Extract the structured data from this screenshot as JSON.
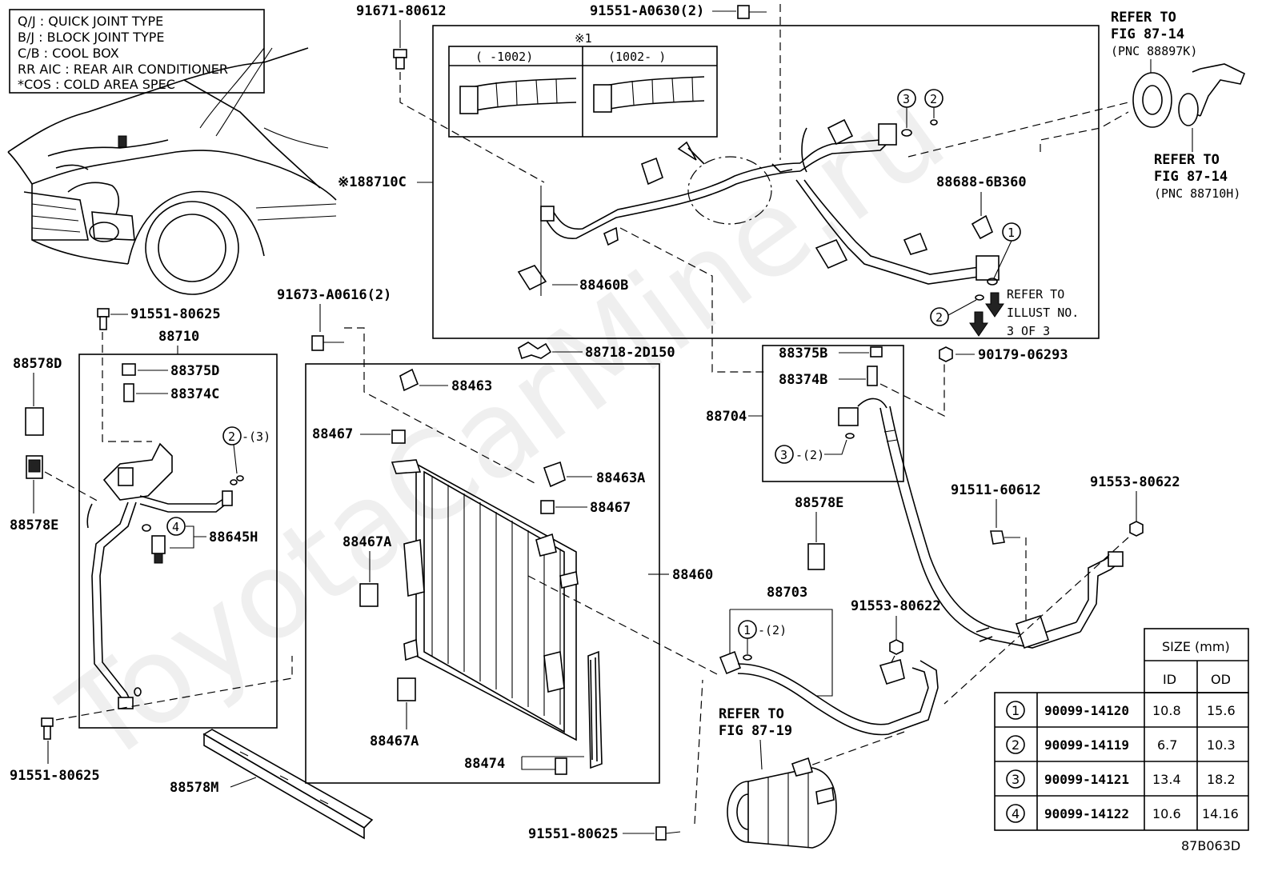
{
  "legend": [
    "Q/J  :  QUICK JOINT TYPE",
    "B/J  :  BLOCK JOINT TYPE",
    "C/B  :  COOL BOX",
    "RR AIC  :  REAR AIR CONDITIONER",
    "*COS  :  COLD AREA SPEC"
  ],
  "watermark": "ToyotaCarMine.ru",
  "variant": {
    "mark": "※1",
    "left": "(      -1002)",
    "right": "(1002-       )"
  },
  "refs": {
    "r1_title": "REFER TO",
    "r1_fig": "FIG 87-14",
    "r1_pnc": "(PNC 88897K)",
    "r2_title": "REFER TO",
    "r2_fig": "FIG 87-14",
    "r2_pnc": "(PNC 88710H)",
    "r3_l1": "REFER TO",
    "r3_l2": "ILLUST NO.",
    "r3_l3": "3 OF 3",
    "r4_title": "REFER TO",
    "r4_fig": "FIG 87-19"
  },
  "parts": {
    "p91671_80612": "91671-80612",
    "p91551_A0630": "91551-A0630(2)",
    "p88710C": "※188710C",
    "p88688_6B360": "88688-6B360",
    "p88460B": "88460B",
    "p91673_A0616": "91673-A0616(2)",
    "p91551_80625_a": "91551-80625",
    "p88710": "88710",
    "p88578D": "88578D",
    "p88375D": "88375D",
    "p88374C": "88374C",
    "p88578E_a": "88578E",
    "p88645H": "88645H",
    "p91551_80625_b": "91551-80625",
    "p88578M": "88578M",
    "p88718_2D150": "88718-2D150",
    "p88463": "88463",
    "p88467_a": "88467",
    "p88463A": "88463A",
    "p88467_b": "88467",
    "p88467A_a": "88467A",
    "p88460": "88460",
    "p88467A_b": "88467A",
    "p88474": "88474",
    "p91551_80625_c": "91551-80625",
    "p88375B": "88375B",
    "p88374B": "88374B",
    "p88704": "88704",
    "p90179_06293": "90179-06293",
    "p88578E_b": "88578E",
    "p88703": "88703",
    "p91553_80622_a": "91553-80622",
    "p91511_60612": "91511-60612",
    "p91553_80622_b": "91553-80622",
    "c2_3": "-(3)",
    "c3_2": "-(2)",
    "c1_2": "-(2)"
  },
  "callouts": {
    "one": "1",
    "two": "2",
    "three": "3",
    "four": "4"
  },
  "size_table": {
    "title": "SIZE (mm)",
    "col_id": "ID",
    "col_od": "OD",
    "rows": [
      {
        "no": "1",
        "part": "90099-14120",
        "id": "10.8",
        "od": "15.6"
      },
      {
        "no": "2",
        "part": "90099-14119",
        "id": "6.7",
        "od": "10.3"
      },
      {
        "no": "3",
        "part": "90099-14121",
        "id": "13.4",
        "od": "18.2"
      },
      {
        "no": "4",
        "part": "90099-14122",
        "id": "10.6",
        "od": "14.16"
      }
    ]
  },
  "figure_code": "87B063D"
}
